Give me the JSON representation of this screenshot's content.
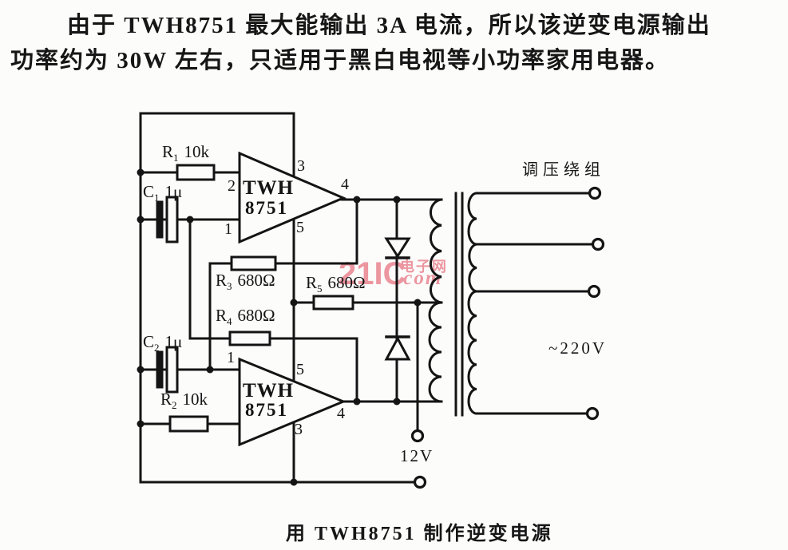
{
  "document": {
    "paragraph_line1": "由于 TWH8751 最大能输出 3A 电流，所以该逆变电源输出",
    "paragraph_line2": "功率约为 30W 左右，只适用于黑白电视等小功率家用电器。",
    "caption": "用 TWH8751 制作逆变电源"
  },
  "watermark": {
    "brand": "21IC",
    "site_cn": "电子网",
    "domain_suffix": ".com",
    "color": "#ec96a0"
  },
  "circuit": {
    "line_color": "#141414",
    "ic_top": {
      "name_line1": "TWH",
      "name_line2": "8751",
      "pins": {
        "p1": "1",
        "p2": "2",
        "p3": "3",
        "p4": "4",
        "p5": "5"
      }
    },
    "ic_bottom": {
      "name_line1": "TWH",
      "name_line2": "8751",
      "pins": {
        "p1": "1",
        "p3": "3",
        "p4": "4",
        "p5": "5"
      }
    },
    "components": {
      "r1": {
        "des": "R",
        "sub": "1",
        "val": "10k"
      },
      "r2": {
        "des": "R",
        "sub": "2",
        "val": "10k"
      },
      "r3": {
        "des": "R",
        "sub": "3",
        "val": "680Ω"
      },
      "r4": {
        "des": "R",
        "sub": "4",
        "val": "680Ω"
      },
      "r5": {
        "des": "R",
        "sub": "5",
        "val": "680Ω"
      },
      "c1": {
        "des": "C",
        "sub": "1",
        "val": "1μ"
      },
      "c2": {
        "des": "C",
        "sub": "2",
        "val": "1μ"
      }
    },
    "labels": {
      "regulating_winding": "调压绕组",
      "mains_output": "~220V",
      "dc_supply": "12V"
    }
  }
}
